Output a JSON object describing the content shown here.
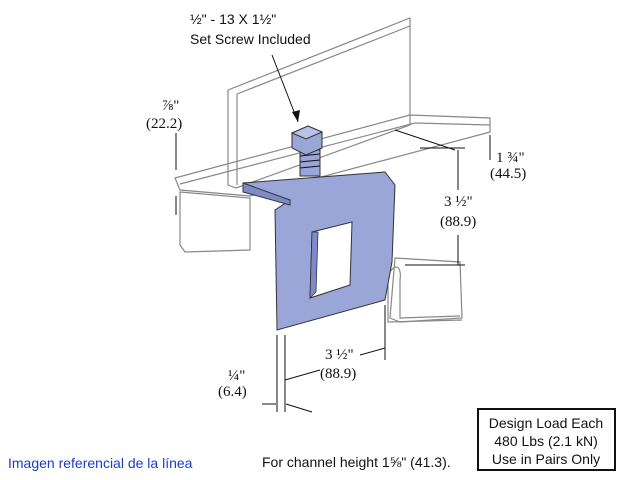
{
  "screw_spec": {
    "line1": "½\" - 13 X 1½\"",
    "line2": "Set Screw Included"
  },
  "dimensions": {
    "flange_thickness": {
      "imperial": "⅞\"",
      "metric": "(22.2)"
    },
    "flange_width": {
      "imperial": "1 ¾\"",
      "metric": "(44.5)"
    },
    "clamp_height": {
      "imperial": "3 ½\"",
      "metric": "(88.9)"
    },
    "clamp_width": {
      "imperial": "3 ½\"",
      "metric": "(88.9)"
    },
    "plate_thickness": {
      "imperial": "¼\"",
      "metric": "(6.4)"
    }
  },
  "channel_note": "For channel height 1⅝\" (41.3).",
  "design_load": {
    "line1": "Design Load Each",
    "line2": "480 Lbs (2.1 kN)",
    "line3": "Use in Pairs Only"
  },
  "caption": "Imagen referencial de la línea",
  "colors": {
    "clamp": "#9aa6d8",
    "caption": "#1a3cc8"
  }
}
